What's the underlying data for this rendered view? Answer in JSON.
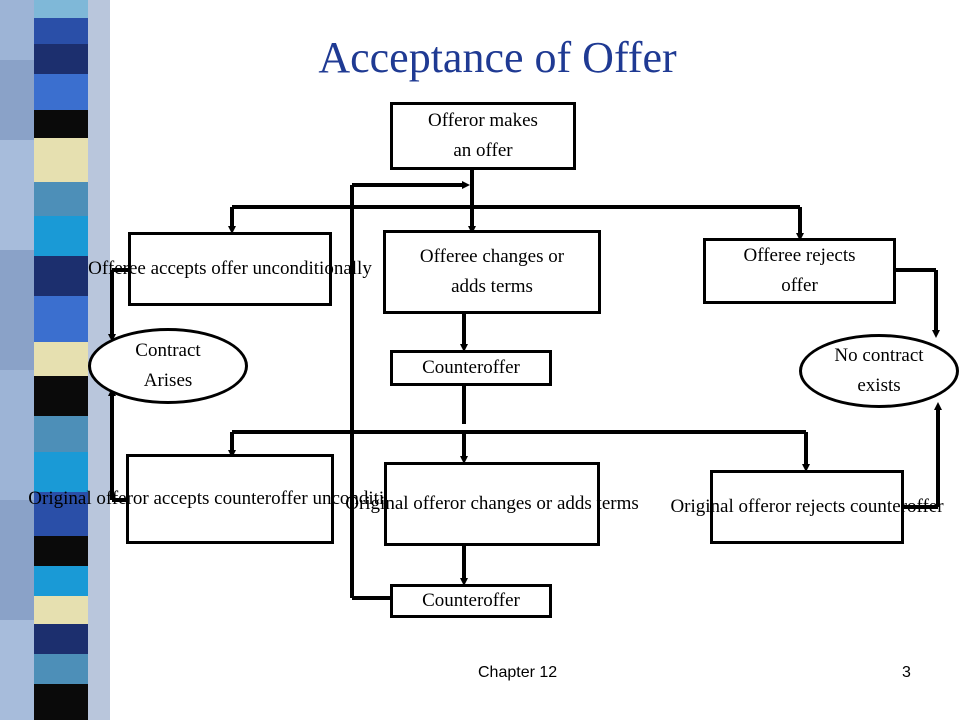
{
  "slide": {
    "title": "Acceptance of Offer",
    "footer_left": "Chapter 12",
    "page_number": "3"
  },
  "diagram": {
    "nodes": {
      "offeror_offer": "Offeror makes\nan offer",
      "offeree_accepts": "Offeree accepts offer\nunconditionally",
      "offeree_changes": "Offeree changes or\nadds terms",
      "offeree_rejects": "Offeree rejects\noffer",
      "contract_arises": "Contract\nArises",
      "no_contract": "No contract\nexists",
      "counteroffer_1": "Counteroffer",
      "orig_accepts": "Original offeror\naccepts counteroffer\nunconditionally",
      "orig_changes": "Original offeror\nchanges or adds\nterms",
      "orig_rejects": "Original offeror\nrejects counteroffer",
      "counteroffer_2": "Counteroffer"
    }
  },
  "colors": {
    "title": "#1f3a93",
    "strip": [
      "#7fb8d8",
      "#2a3f8f",
      "#3b6fcf",
      "#0a0a0a",
      "#e8e8c8",
      "#4d8fb8",
      "#1a9ad6",
      "#1c2f6e",
      "#5ab0d8",
      "#e6e0b0"
    ]
  }
}
